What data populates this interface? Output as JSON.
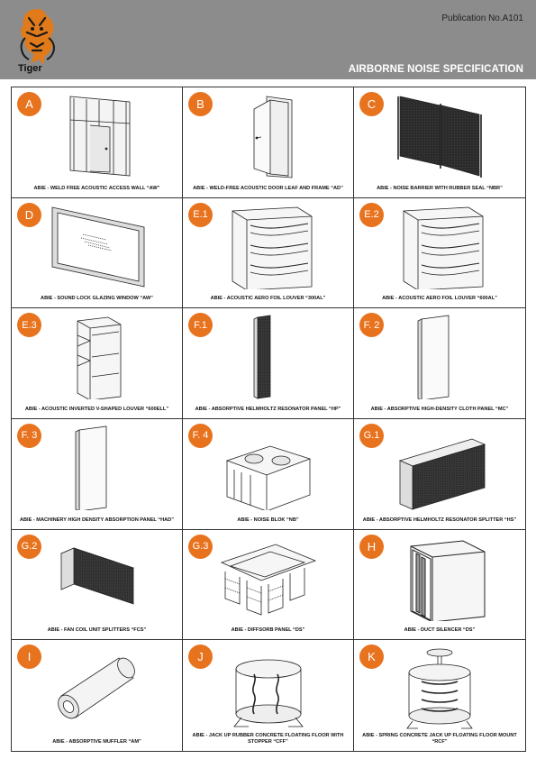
{
  "header": {
    "brand": "Tiger",
    "publication": "Publication No.A101",
    "title": "AIRBORNE NOISE SPECIFICATION"
  },
  "products": [
    {
      "badge": "A",
      "caption": "ABIE - WELD FREE ACOUSTIC ACCESS WALL “AW”"
    },
    {
      "badge": "B",
      "caption": "ABIE - WELD-FREE ACOUSTIC DOOR LEAF AND FRAME “AD”"
    },
    {
      "badge": "C",
      "caption": "ABIE - NOISE BARRIER WITH RUBBER SEAL “NBR”"
    },
    {
      "badge": "D",
      "caption": "ABIE - SOUND LOCK GLAZING WINDOW “AW”"
    },
    {
      "badge": "E.1",
      "caption": "ABIE - ACOUSTIC AERO FOIL LOUVER “300AL”"
    },
    {
      "badge": "E.2",
      "caption": "ABIE - ACOUSTIC AERO FOIL LOUVER “600AL”"
    },
    {
      "badge": "E.3",
      "caption": "ABIE - ACOUSTIC INVERTED V-SHAPED LOUVER “600ELL”"
    },
    {
      "badge": "F.1",
      "caption": "ABIE - ABSORPTIVE HELMHOLTZ RESONATOR PANEL “HP”"
    },
    {
      "badge": "F. 2",
      "caption": "ABIE - ABSORPTIVE HIGH-DENSITY CLOTH PANEL “MC”"
    },
    {
      "badge": "F. 3",
      "caption": "ABIE - MACHINERY HIGH DENSITY ABSORPTION PANEL “HAD”"
    },
    {
      "badge": "F. 4",
      "caption": "ABIE - NOISE BLOK “NB”"
    },
    {
      "badge": "G.1",
      "caption": "ABIE - ABSORPTIVE HELMHOLTZ RESONATOR SPLITTER “HS”"
    },
    {
      "badge": "G.2",
      "caption": "ABIE - FAN COIL UNIT SPLITTERS “FCS”"
    },
    {
      "badge": "G.3",
      "caption": "ABIE - DIFFSORB PANEL “DS”"
    },
    {
      "badge": "H",
      "caption": "ABIE - DUCT SILENCER “DS”"
    },
    {
      "badge": "I",
      "caption": "ABIE - ABSORPTIVE MUFFLER “AM”"
    },
    {
      "badge": "J",
      "caption": "ABIE - JACK UP RUBBER CONCRETE FLOATING FLOOR WITH STOPPER “CFF”"
    },
    {
      "badge": "K",
      "caption": "ABIE - SPRING CONCRETE JACK UP FLOATING FLOOR MOUNT “RCF”"
    }
  ]
}
